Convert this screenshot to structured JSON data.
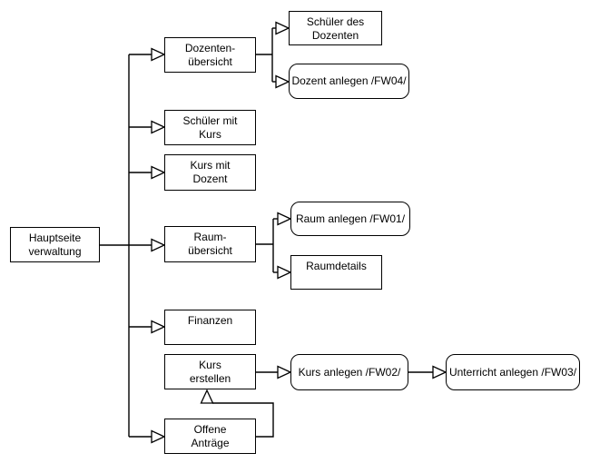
{
  "diagram": {
    "background_color": "#ffffff",
    "node_fill_color": "#ffffff",
    "stroke_color": "#000000",
    "text_color": "#000000",
    "arrow_style": "hollow-triangle",
    "nodes": [
      {
        "id": "hauptseite-verwaltung",
        "label": "Hauptseite\nverwaltung",
        "shape": "rectangle"
      },
      {
        "id": "dozenten-uebersicht",
        "label": "Dozenten-\nübersicht",
        "shape": "rectangle"
      },
      {
        "id": "schueler-des-dozenten",
        "label": "Schüler des\nDozenten",
        "shape": "rectangle"
      },
      {
        "id": "dozent-anlegen",
        "label": "Dozent anlegen /FW04/",
        "shape": "rounded"
      },
      {
        "id": "schueler-mit-kurs",
        "label": "Schüler mit\nKurs",
        "shape": "rectangle"
      },
      {
        "id": "kurs-mit-dozent",
        "label": "Kurs mit\nDozent",
        "shape": "rectangle"
      },
      {
        "id": "raum-uebersicht",
        "label": "Raum-\nübersicht",
        "shape": "rectangle"
      },
      {
        "id": "raum-anlegen",
        "label": "Raum anlegen /FW01/",
        "shape": "rounded"
      },
      {
        "id": "raumdetails",
        "label": "Raumdetails",
        "shape": "rectangle"
      },
      {
        "id": "finanzen",
        "label": "Finanzen",
        "shape": "rectangle"
      },
      {
        "id": "kurs-erstellen",
        "label": "Kurs\nerstellen",
        "shape": "rectangle"
      },
      {
        "id": "kurs-anlegen",
        "label": "Kurs anlegen /FW02/",
        "shape": "rounded"
      },
      {
        "id": "unterricht-anlegen",
        "label": "Unterricht anlegen /FW03/",
        "shape": "rounded"
      },
      {
        "id": "offene-antraege",
        "label": "Offene\nAnträge",
        "shape": "rectangle"
      }
    ],
    "edges": [
      {
        "from": "hauptseite-verwaltung",
        "to": "dozenten-uebersicht"
      },
      {
        "from": "hauptseite-verwaltung",
        "to": "schueler-mit-kurs"
      },
      {
        "from": "hauptseite-verwaltung",
        "to": "kurs-mit-dozent"
      },
      {
        "from": "hauptseite-verwaltung",
        "to": "raum-uebersicht"
      },
      {
        "from": "hauptseite-verwaltung",
        "to": "finanzen"
      },
      {
        "from": "hauptseite-verwaltung",
        "to": "offene-antraege"
      },
      {
        "from": "dozenten-uebersicht",
        "to": "schueler-des-dozenten"
      },
      {
        "from": "dozenten-uebersicht",
        "to": "dozent-anlegen"
      },
      {
        "from": "raum-uebersicht",
        "to": "raum-anlegen"
      },
      {
        "from": "raum-uebersicht",
        "to": "raumdetails"
      },
      {
        "from": "kurs-erstellen",
        "to": "kurs-anlegen"
      },
      {
        "from": "kurs-anlegen",
        "to": "unterricht-anlegen"
      },
      {
        "from": "offene-antraege",
        "to": "kurs-erstellen"
      }
    ]
  }
}
